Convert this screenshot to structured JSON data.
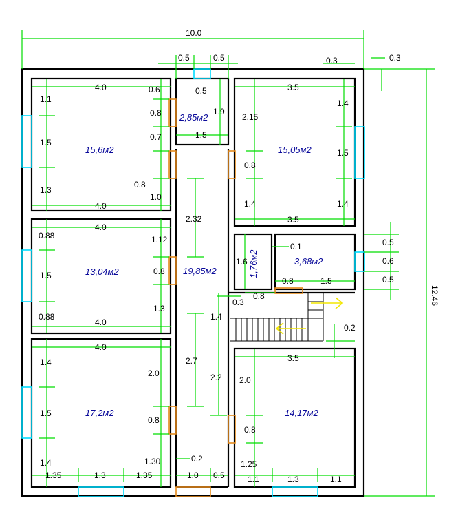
{
  "areas": {
    "room_top_left": "15,6м2",
    "room_top_small": "2,85м2",
    "room_top_right": "15,05м2",
    "room_mid_left": "13,04м2",
    "hall": "19,85м2",
    "room_mid_small": "1,76м2",
    "room_mid_right": "3,68м2",
    "room_bottom_left": "17,2м2",
    "room_bottom_right": "14,17м2"
  },
  "dims": {
    "total_width": "10.0",
    "total_height": "12.46",
    "top_05_a": "0.5",
    "top_05_b": "0.5",
    "top_03": "0.3",
    "top_03b": "0.3",
    "tl_40_top": "4.0",
    "tl_06": "0.6",
    "tl_11": "1.1",
    "tl_15": "1.5",
    "tl_13": "1.3",
    "tl_08a": "0.8",
    "tl_07": "0.7",
    "tl_08b": "0.8",
    "tl_10": "1.0",
    "tl_40_bot": "4.0",
    "ts_05": "0.5",
    "ts_19": "1.9",
    "ts_15": "1.5",
    "tr_35_top": "3.5",
    "tr_215": "2.15",
    "tr_14a": "1.4",
    "tr_15": "1.5",
    "tr_14b": "1.4",
    "tr_08": "0.8",
    "tr_14c": "1.4",
    "tr_35_bot": "3.5",
    "hall_232": "2.32",
    "ml_40_top": "4.0",
    "ml_088a": "0.88",
    "ml_15": "1.5",
    "ml_088b": "0.88",
    "ml_112": "1.12",
    "ml_08": "0.8",
    "ml_13": "1.3",
    "ml_40_bot": "4.0",
    "ms_16": "1.6",
    "mr_01": "0.1",
    "mr_08": "0.8",
    "mr_15": "1.5",
    "mr_05a": "0.5",
    "mr_06": "0.6",
    "mr_05b": "0.5",
    "st_03": "0.3",
    "st_08": "0.8",
    "st_14": "1.4",
    "st_02": "0.2",
    "bl_40": "4.0",
    "bl_14a": "1.4",
    "bl_15": "1.5",
    "bl_14b": "1.4",
    "bl_20": "2.0",
    "bl_08": "0.8",
    "bl_130": "1.30",
    "bl_135a": "1.35",
    "bl_13": "1.3",
    "bl_135b": "1.35",
    "hall_27": "2.7",
    "hall_22": "2.2",
    "hall_02": "0.2",
    "hall_10": "1.0",
    "hall_05": "0.5",
    "br_35": "3.5",
    "br_20": "2.0",
    "br_08": "0.8",
    "br_125": "1.25",
    "br_11a": "1.1",
    "br_13": "1.3",
    "br_11b": "1.1"
  },
  "colors": {
    "dimension_lines": "#00dd00",
    "walls": "#000000",
    "windows": "#00dcff",
    "doors": "#e58a1c",
    "arrows": "#f2e600",
    "area_text": "#0a0a9a"
  }
}
